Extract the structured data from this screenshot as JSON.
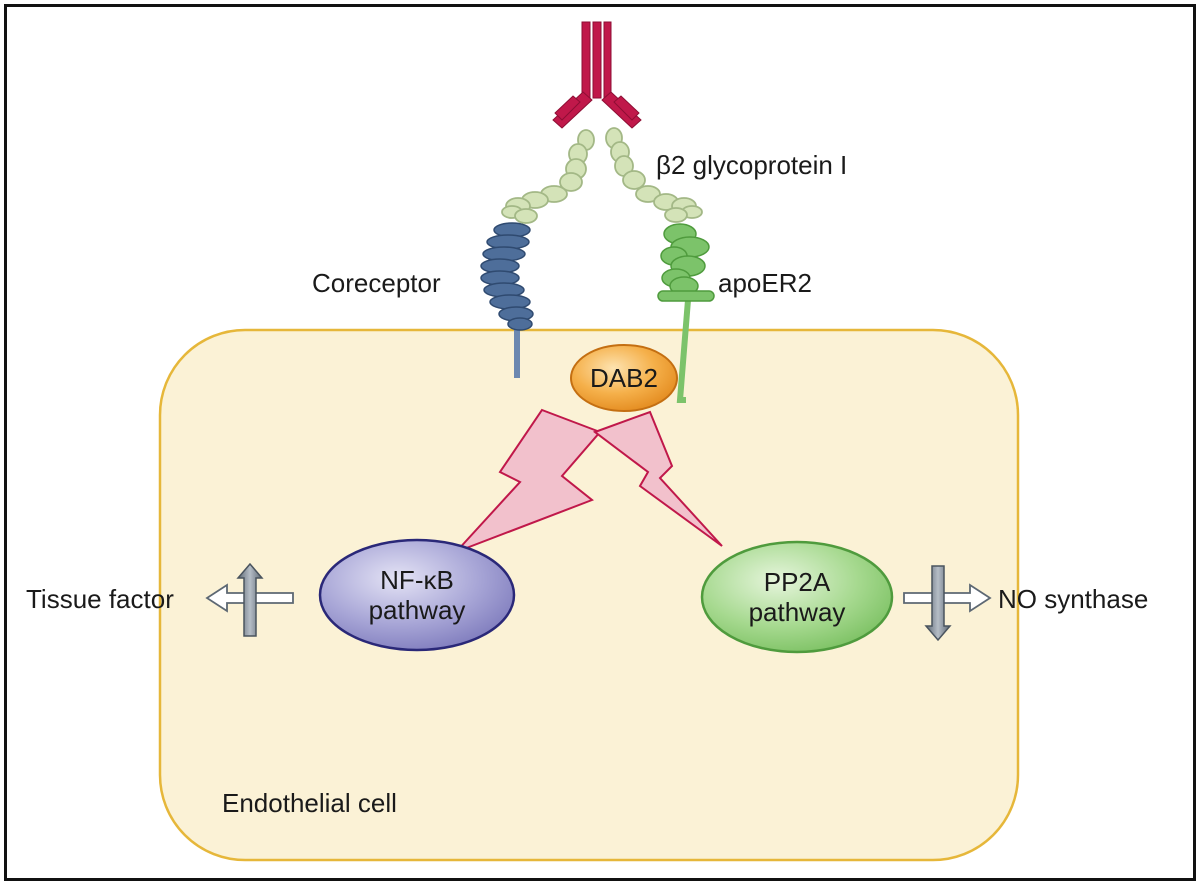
{
  "labels": {
    "antigen": "β2 glycoprotein I",
    "coreceptor": "Coreceptor",
    "receptor": "apoER2",
    "adaptor": "DAB2",
    "left_pathway_line1": "NF-κB",
    "left_pathway_line2": "pathway",
    "right_pathway_line1": "PP2A",
    "right_pathway_line2": "pathway",
    "left_output": "Tissue factor",
    "right_output": "NO synthase",
    "cell": "Endothelial cell"
  },
  "effects": {
    "tissue_factor": "up",
    "no_synthase": "down"
  },
  "colors": {
    "cell_fill": "#fbf2d6",
    "cell_border": "#e6b73a",
    "antibody": "#c0184a",
    "beta2_domains": "#d4e3b8",
    "coreceptor": "#4e6e9a",
    "apoer2": "#7cc36a",
    "dab2": "#f0a23a",
    "nfkb": "#8e8cc6",
    "pp2a": "#8fcd79",
    "lightning_fill": "#f2c1cc",
    "lightning_stroke": "#c0184a",
    "arrow": "#7c8794"
  }
}
